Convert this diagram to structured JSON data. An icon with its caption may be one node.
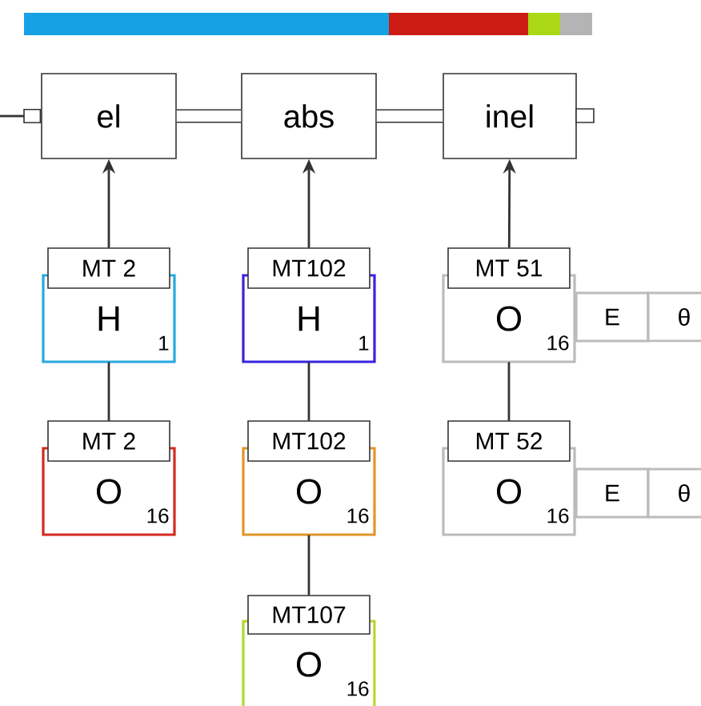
{
  "diagram": {
    "nodes": [
      {
        "text": [
          "el"
        ]
      },
      {
        "text": [
          "abs"
        ]
      },
      {
        "text": [
          "inel"
        ]
      },
      {
        "text": [
          "MT 2",
          "H",
          "1"
        ]
      },
      {
        "text": [
          "MT102",
          "H",
          "1"
        ]
      },
      {
        "text": [
          "MT 51",
          "O",
          "16"
        ]
      },
      {
        "text": [
          "E"
        ]
      },
      {
        "text": [
          "θ"
        ]
      },
      {
        "text": [
          "MT 2",
          "O",
          "16"
        ]
      },
      {
        "text": [
          "MT102",
          "O",
          "16"
        ]
      },
      {
        "text": [
          "MT 52",
          "O",
          "16"
        ]
      },
      {
        "text": [
          "E"
        ]
      },
      {
        "text": [
          "θ"
        ]
      },
      {
        "text": [
          "MT107",
          "O",
          "16"
        ]
      }
    ],
    "edges": [
      {
        "from": null,
        "to": 0,
        "arrow": "other"
      },
      {
        "from": 0,
        "to": 1,
        "arrow": "none",
        "style": "thick"
      },
      {
        "from": 1,
        "to": 2,
        "arrow": "none",
        "style": "thick"
      },
      {
        "from": 3,
        "to": 0,
        "arrow": "to"
      },
      {
        "from": 4,
        "to": 1,
        "arrow": "to"
      },
      {
        "from": 5,
        "to": 2,
        "arrow": "to"
      },
      {
        "from": 3,
        "to": 8,
        "arrow": "none"
      },
      {
        "from": 4,
        "to": 9,
        "arrow": "none"
      },
      {
        "from": 5,
        "to": 10,
        "arrow": "none"
      },
      {
        "from": 9,
        "to": 13,
        "arrow": "none"
      }
    ]
  }
}
